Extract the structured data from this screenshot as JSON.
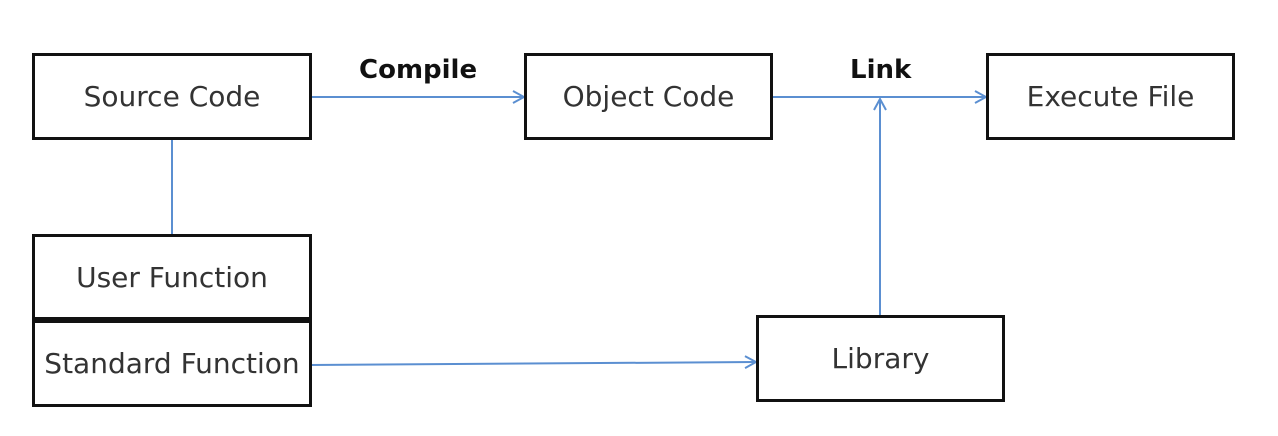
{
  "nodes": {
    "source_code": "Source Code",
    "object_code": "Object Code",
    "execute_file": "Execute File",
    "user_function": "User Function",
    "standard_function": "Standard Function",
    "library": "Library"
  },
  "edge_labels": {
    "compile": "Compile",
    "link": "Link"
  },
  "colors": {
    "connector": "#5b8fd1",
    "box_border": "#111111",
    "text": "#333333"
  }
}
